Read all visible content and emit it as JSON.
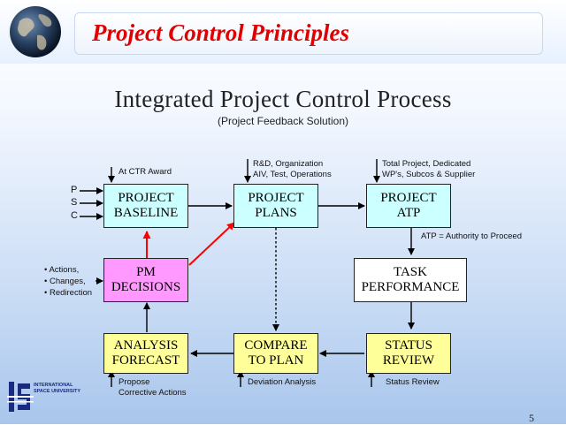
{
  "header": {
    "title": "Project Control Principles"
  },
  "slide": {
    "title": "Integrated Project Control Process",
    "subtitle": "(Project Feedback Solution)",
    "page_number": "5"
  },
  "boxes": {
    "baseline": [
      "PROJECT",
      "BASELINE"
    ],
    "plans": [
      "PROJECT",
      "PLANS"
    ],
    "atp": [
      "PROJECT",
      "ATP"
    ],
    "decisions": [
      "PM",
      "DECISIONS"
    ],
    "task": [
      "TASK",
      "PERFORMANCE"
    ],
    "analysis": [
      "ANALYSIS",
      "FORECAST"
    ],
    "compare": [
      "COMPARE",
      "TO PLAN"
    ],
    "status": [
      "STATUS",
      "REVIEW"
    ]
  },
  "notes": {
    "ctr_award": "At CTR Award",
    "plans_input": [
      "R&D, Organization",
      "AIV, Test, Operations"
    ],
    "atp_input": [
      "Total Project, Dedicated",
      "WP's, Subcos & Supplier"
    ],
    "atp_definition": "ATP = Authority to Proceed",
    "decisions_input": [
      "• Actions,",
      "• Changes,",
      "• Redirection"
    ],
    "analysis_output": [
      "Propose",
      "Corrective Actions"
    ],
    "compare_output": "Deviation Analysis",
    "status_output": "Status Review"
  },
  "psc": [
    "P",
    "S",
    "C"
  ],
  "logo": {
    "line1": "INTERNATIONAL",
    "line2": "SPACE UNIVERSITY",
    "mark": "ISU"
  },
  "colors": {
    "title_red": "#e00000",
    "cyan_box": "#ccffff",
    "pink_box": "#ff99ff",
    "yellow_box": "#ffff99",
    "feedback_arrow": "#ff0000"
  }
}
